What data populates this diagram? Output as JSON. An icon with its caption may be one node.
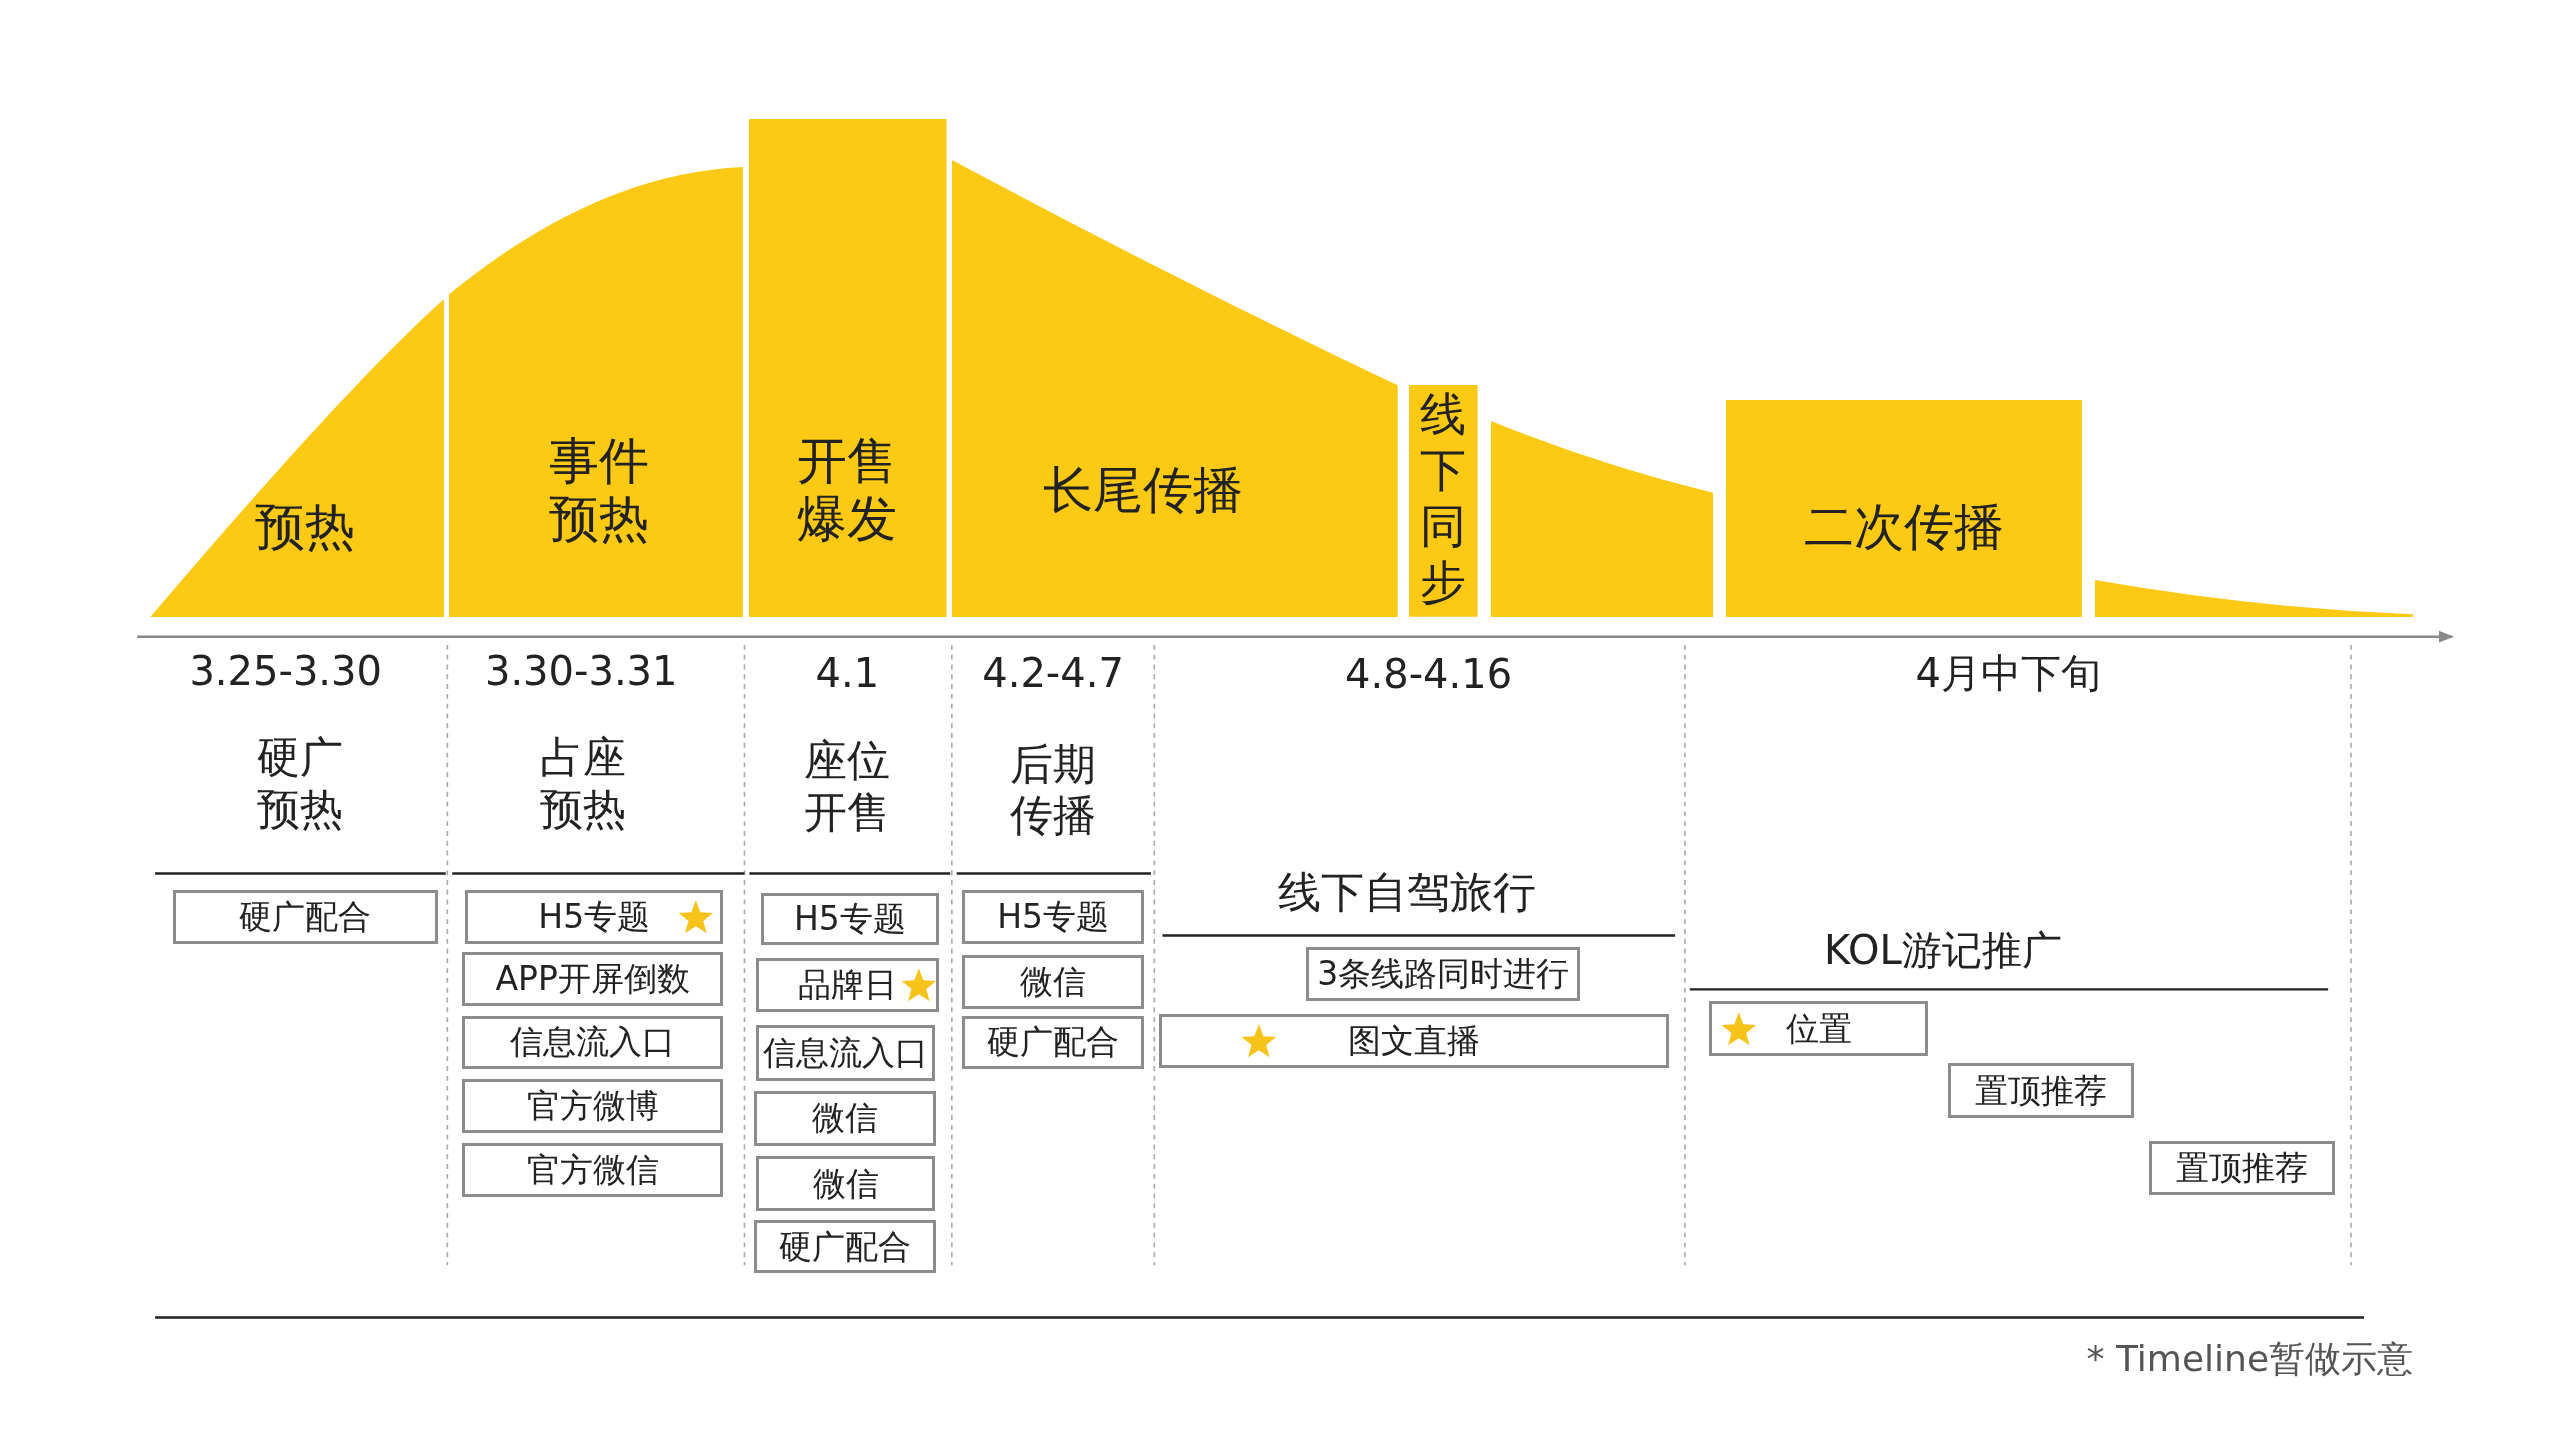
{
  "diagram": {
    "nodes": [
      {
        "text": [
          "预热"
        ]
      },
      {
        "text": [
          "事件预热"
        ]
      },
      {
        "text": [
          "开售爆发"
        ]
      },
      {
        "text": [
          "长尾传播"
        ]
      },
      {
        "text": [
          "线下同步"
        ]
      },
      {
        "text": [],
        "shape": "wedge"
      },
      {
        "text": [
          "二次传播"
        ]
      },
      {
        "text": [],
        "shape": "wedge"
      },
      {
        "text": [
          "硬广配合"
        ]
      },
      {
        "text": [
          "H5专题"
        ]
      },
      {
        "text": [
          "APP开屏倒数"
        ]
      },
      {
        "text": [
          "信息流入口"
        ]
      },
      {
        "text": [
          "官方微博"
        ]
      },
      {
        "text": [
          "官方微信"
        ]
      },
      {
        "text": [
          "H5专题"
        ]
      },
      {
        "text": [
          "品牌日"
        ]
      },
      {
        "text": [
          "信息流入口"
        ]
      },
      {
        "text": [
          "微信"
        ]
      },
      {
        "text": [
          "微信"
        ]
      },
      {
        "text": [
          "硬广配合"
        ]
      },
      {
        "text": [
          "H5专题"
        ]
      },
      {
        "text": [
          "微信"
        ]
      },
      {
        "text": [
          "硬广配合"
        ]
      },
      {
        "text": [
          "3条线路同时进行"
        ]
      },
      {
        "text": [
          "图文直播"
        ]
      },
      {
        "text": [
          "位置"
        ]
      },
      {
        "text": [
          "置顶推荐"
        ]
      },
      {
        "text": [
          "置顶推荐"
        ]
      }
    ],
    "labels": [
      "3.25-3.30",
      "3.30-3.31",
      "4.1",
      "4.2-4.7",
      "4.8-4.16",
      "4月中下旬",
      "硬广预热",
      "占座预热",
      "座位开售",
      "后期传播",
      "线下自驾旅行",
      "KOL游记推广",
      "* Timeline暂做示意"
    ]
  }
}
